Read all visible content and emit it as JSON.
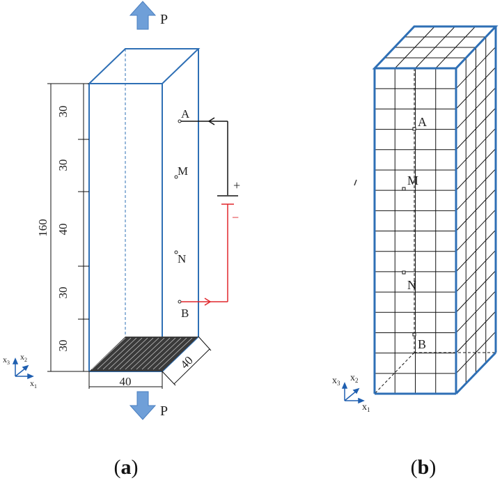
{
  "panel_a": {
    "load_top": "P",
    "load_bottom": "P",
    "dim_total": "160",
    "dims": [
      "30",
      "30",
      "40",
      "30",
      "30"
    ],
    "dim_width": "40",
    "dim_depth": "40",
    "points": [
      "A",
      "M",
      "N",
      "B"
    ],
    "plus": "+",
    "minus": "−",
    "axes": {
      "x3": "x",
      "x3_sub": "3",
      "x2": "x",
      "x2_sub": "2",
      "x1": "x",
      "x1_sub": "1"
    },
    "caption_open": "(",
    "caption_letter": "a",
    "caption_close": ")"
  },
  "panel_b": {
    "points": [
      "A",
      "M",
      "N",
      "B"
    ],
    "axes": {
      "x3": "x",
      "x3_sub": "3",
      "x2": "x",
      "x2_sub": "2",
      "x1": "x",
      "x1_sub": "1"
    },
    "caption_open": "(",
    "caption_letter": "b",
    "caption_close": ")"
  },
  "colors": {
    "edge_blue": "#2e6fb5",
    "arrow_fill": "#6f9fd8",
    "circuit_red": "#e0262b",
    "circuit_black": "#111111",
    "grid_line": "#111111"
  }
}
